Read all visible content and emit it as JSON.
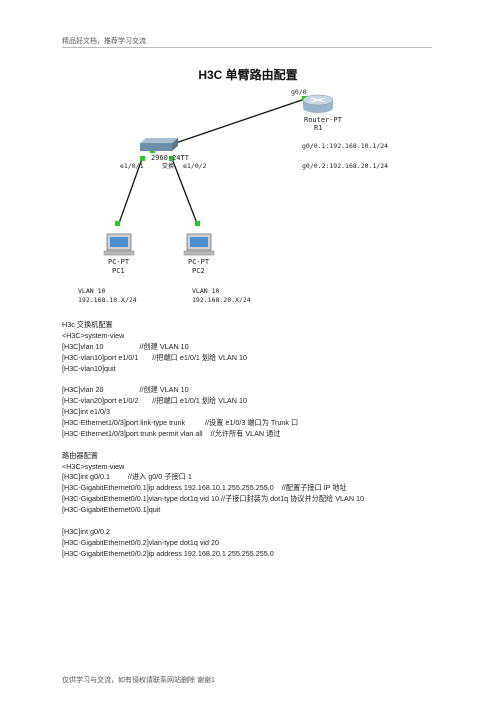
{
  "header": {
    "text": "精品好文档，推荐学习交流"
  },
  "title": "H3C 单臂路由配置",
  "topology": {
    "router": {
      "name": "Router-PT",
      "id": "R1",
      "port": "g0/0",
      "sub1": "g0/0.1:192.168.10.1/24",
      "sub2": "g0/0.2:192.168.20.1/24"
    },
    "switch": {
      "name": "2960-24TT",
      "sub": "交换",
      "port1": "e1/0/1",
      "port2": "e1/0/2"
    },
    "pc1": {
      "type": "PC-PT",
      "name": "PC1",
      "vlan": "VLAN 10",
      "net": "192.168.10.X/24"
    },
    "pc2": {
      "type": "PC-PT",
      "name": "PC2",
      "vlan": "VLAN 10",
      "net": "192.168.20.X/24"
    }
  },
  "lines": [
    "H3c 交换机配置",
    "<H3C>system-view",
    "[H3C]vlan 10                  //创建 VLAN 10",
    "[H3C-vlan10]port e1/0/1       //把端口 e1/0/1 划给 VLAN 10",
    "[H3C-vlan10]quit",
    "",
    "[H3C]vlan 20                  //创建 VLAN 10",
    "[H3C-vlan20]port e1/0/2       //把端口 e1/0/1 划给 VLAN 10",
    "[H3C]int e1/0/3",
    "[H3C-Ethernet1/0/3]port link-type trunk          //设置 e1/0/3 端口为 Trunk 口",
    "[H3C-Ethernet1/0/3]port trunk permit vlan all    //允许所有 VLAN 通过",
    "",
    "路由器配置",
    "<H3C>system-view",
    "[H3C]int g0/0.1         //进入 g0/0 子接口 1",
    "[H3C-GigabitEthernet0/0.1]ip address 192.168.10.1 255.255.255.0    //配置子接口 IP 地址",
    "[H3C-GigabitEthernet0/0.1]vlan-type dot1q vid 10 //子接口封装为 dot1q 协议并分配给 VLAN 10",
    "[H3C-GigabitEthernet0/0.1]quit",
    "",
    "[H3C]int g0/0.2",
    "[H3C-GigabitEthernet0/0.2]vlan-type dot1q vid 20",
    "[H3C-GigabitEthernet0/0.2]ip address 192.168.20.1 255.255.255.0"
  ],
  "footer": {
    "text": "仅供学习与交流，如有侵权请联系网站删除  谢谢1"
  }
}
